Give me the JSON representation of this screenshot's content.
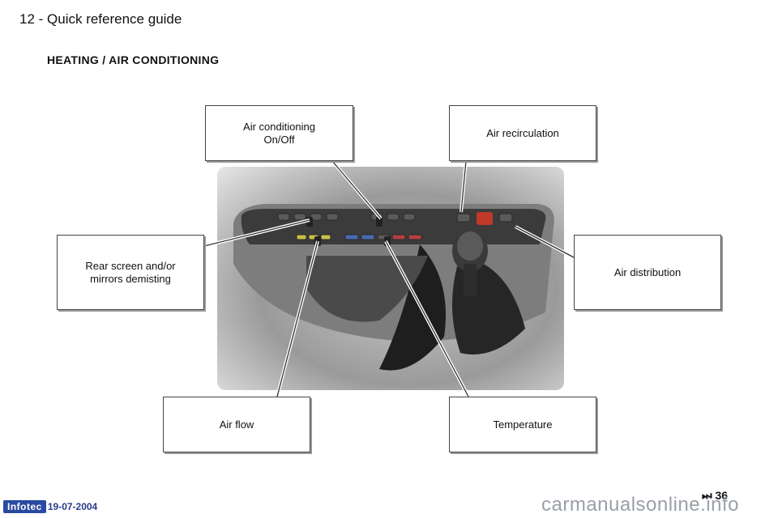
{
  "header": {
    "title": "12 - Quick reference guide"
  },
  "section": {
    "title": "HEATING / AIR CONDITIONING"
  },
  "callouts": {
    "air_conditioning": {
      "line1": "Air conditioning",
      "line2": "On/Off"
    },
    "air_recirculation": {
      "label": "Air recirculation"
    },
    "rear_screen": {
      "line1": "Rear screen and/or",
      "line2": "mirrors demisting"
    },
    "air_distribution": {
      "label": "Air distribution"
    },
    "air_flow": {
      "label": "Air flow"
    },
    "temperature": {
      "label": "Temperature"
    }
  },
  "page_ref": {
    "arrow": "⏭",
    "number": "36"
  },
  "footer": {
    "logo": "Infotec",
    "date": "19-07-2004"
  },
  "watermark": {
    "text": "carmanualsonline.info"
  },
  "colors": {
    "footer_blue": "#2a4aa0",
    "recirc_red": "#c0392b"
  }
}
